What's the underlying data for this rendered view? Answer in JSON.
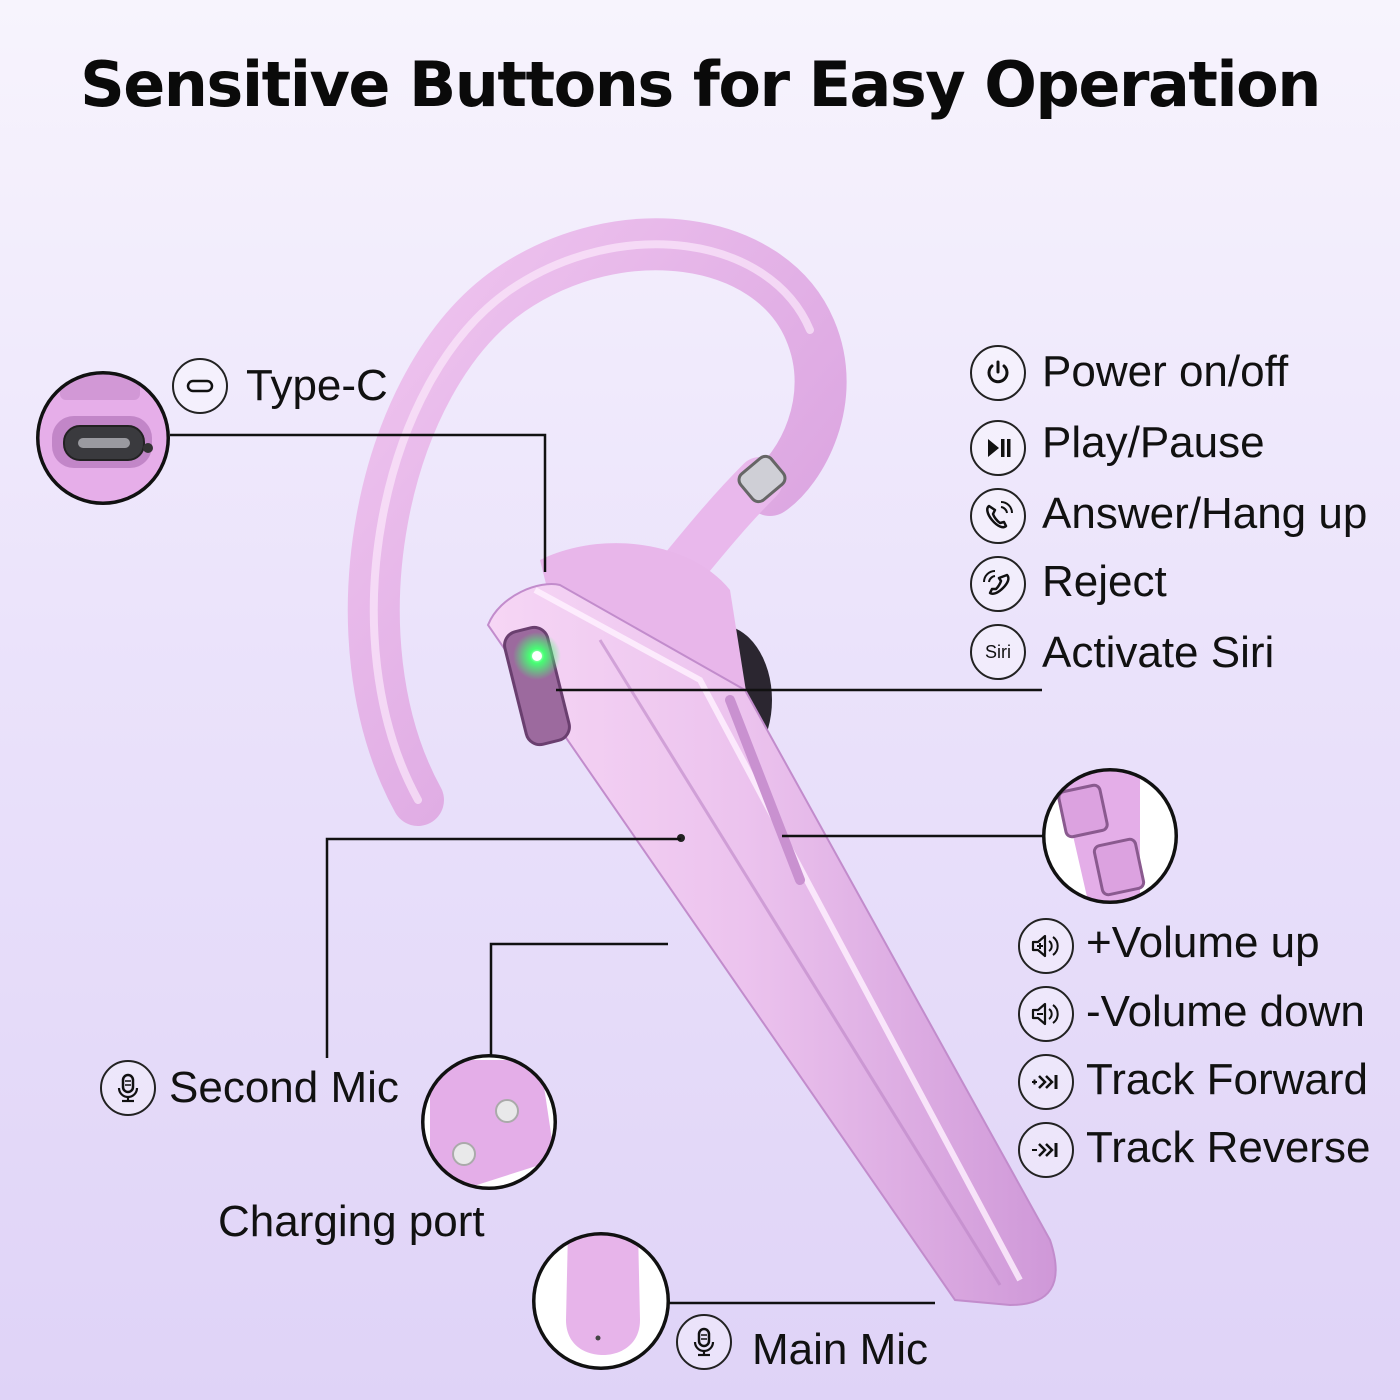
{
  "title": "Sensitive Buttons for Easy Operation",
  "callouts": {
    "type_c": "Type-C",
    "second_mic": "Second Mic",
    "charging_port": "Charging port",
    "main_mic": "Main Mic"
  },
  "functions_top": [
    {
      "icon": "power-icon",
      "label": "Power on/off"
    },
    {
      "icon": "play-pause-icon",
      "label": "Play/Pause"
    },
    {
      "icon": "phone-answer-icon",
      "label": "Answer/Hang up"
    },
    {
      "icon": "phone-reject-icon",
      "label": "Reject"
    },
    {
      "icon": "siri-icon",
      "label": "Activate Siri",
      "badge_text": "Siri"
    }
  ],
  "functions_bottom": [
    {
      "icon": "volume-up-icon",
      "label": "+Volume up"
    },
    {
      "icon": "volume-down-icon",
      "label": "-Volume down"
    },
    {
      "icon": "track-forward-icon",
      "label": "Track Forward"
    },
    {
      "icon": "track-reverse-icon",
      "label": "Track Reverse"
    }
  ],
  "colors": {
    "background_top": "#f7f4fd",
    "background_bottom": "#dfd3f7",
    "earpiece": "#e6b6ea",
    "led": "#3dff6a"
  }
}
